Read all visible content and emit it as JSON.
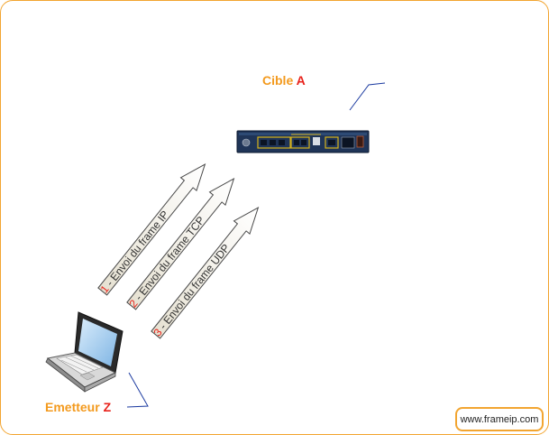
{
  "target": {
    "name": "Cible",
    "letter": "A"
  },
  "sender": {
    "name": "Emetteur",
    "letter": "Z"
  },
  "arrows": [
    {
      "number": "1",
      "text": "Envoi du frame IP"
    },
    {
      "number": "2",
      "text": "Envoi du frame TCP"
    },
    {
      "number": "3",
      "text": "Envoi du frame UDP"
    }
  ],
  "watermark": "www.frameip.com",
  "colors": {
    "accent_orange": "#f39a1e",
    "accent_red": "#e8221b",
    "frame_border": "#f2a531",
    "device_blue": "#1f3457"
  },
  "icons": {
    "device": "router-icon",
    "laptop": "laptop-icon"
  }
}
